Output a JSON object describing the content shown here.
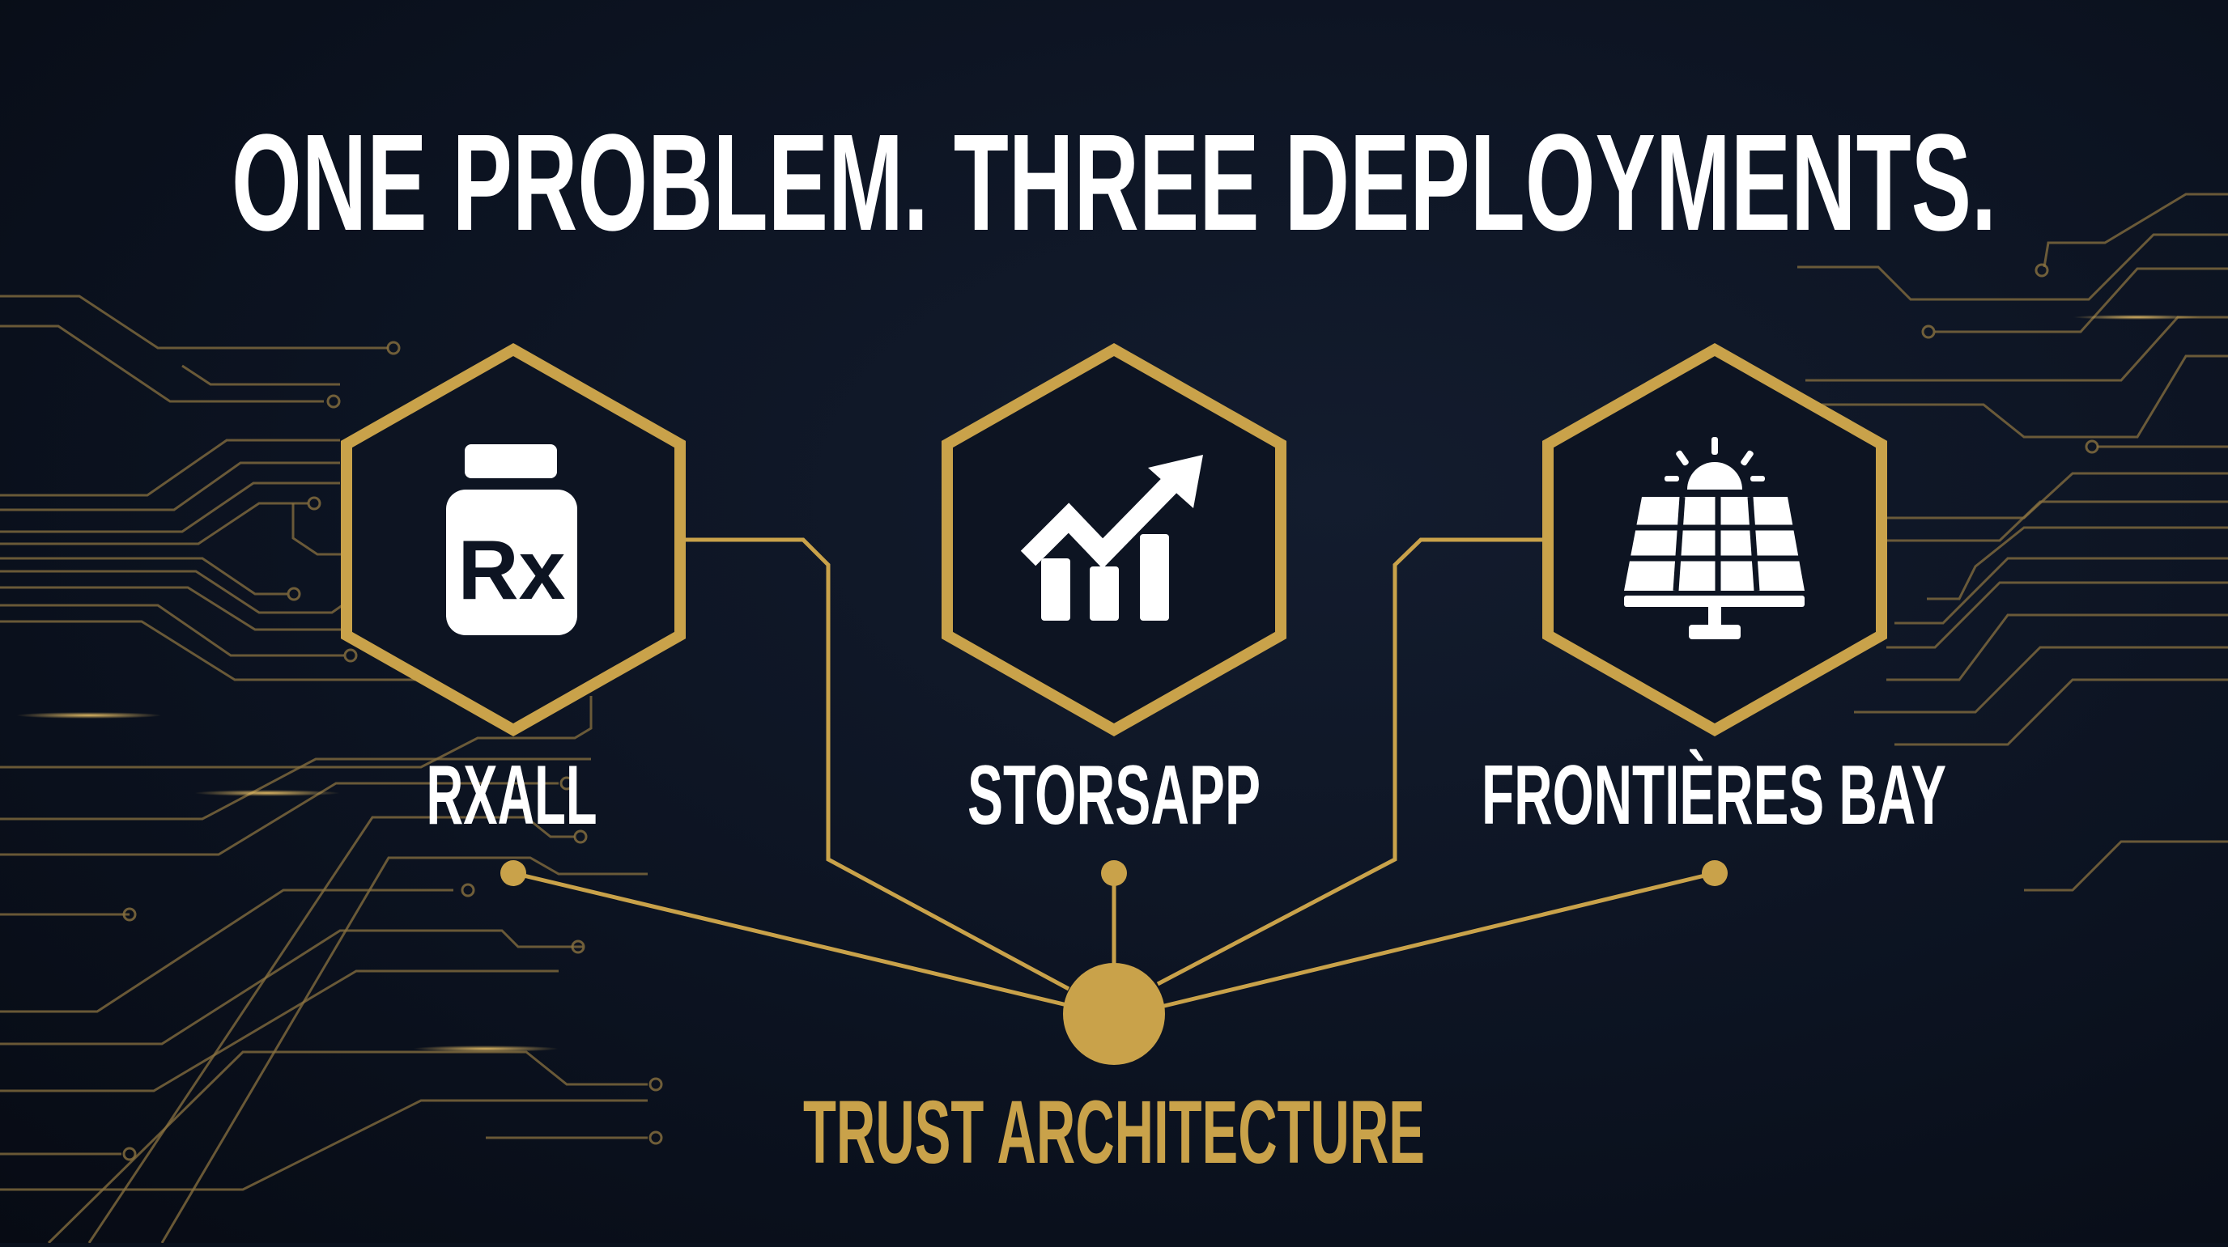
{
  "title": "ONE PROBLEM. THREE DEPLOYMENTS.",
  "deployments": [
    {
      "label": "RXALL",
      "icon": "rx-bottle-icon"
    },
    {
      "label": "STORSAPP",
      "icon": "growth-chart-icon"
    },
    {
      "label": "FRONTIÈRES BAY",
      "icon": "solar-panel-icon"
    }
  ],
  "hub": {
    "label": "TRUST ARCHITECTURE"
  },
  "icon_text": {
    "rx": "Rx"
  },
  "colors": {
    "background": "#0c1321",
    "accent": "#c9a24a",
    "text": "#ffffff"
  }
}
